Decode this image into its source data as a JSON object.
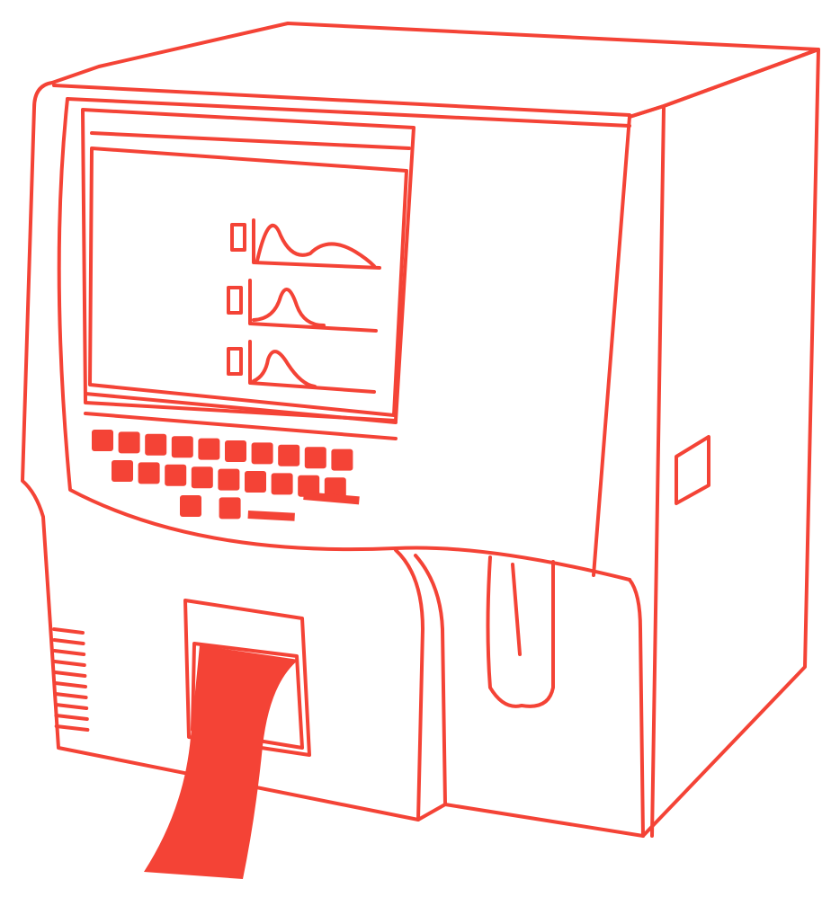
{
  "illustration": {
    "subject": "hematology-analyzer",
    "style": "line-art",
    "colors": {
      "accent": "#f44336",
      "background": "#ffffff"
    },
    "screen": {
      "histogram_count": 3
    },
    "keypad": {
      "rows": [
        10,
        9,
        2
      ]
    }
  }
}
